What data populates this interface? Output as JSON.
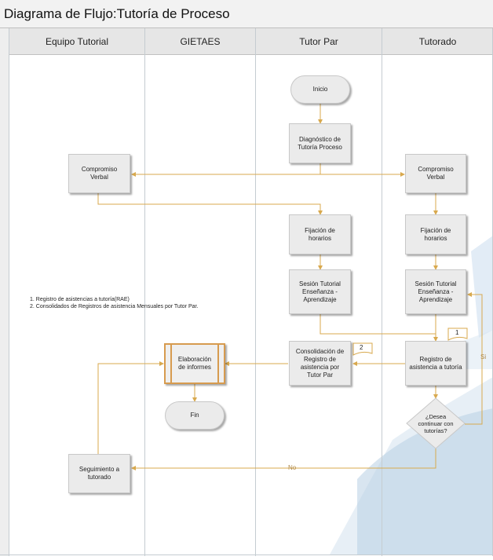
{
  "diagram": {
    "title": "Diagrama de Flujo:Tutoría de Proceso",
    "lanes": [
      "Equipo Tutorial",
      "GIETAES",
      "Tutor Par",
      "Tutorado"
    ],
    "nodes": {
      "inicio": "Inicio",
      "diagnostico": "Diagnóstico de\nTutoría Proceso",
      "compromiso_equipo": "Compromiso\nVerbal",
      "compromiso_tutorado": "Compromiso\nVerbal",
      "fijacion_tutor": "Fijación de\nhorarios",
      "fijacion_tutorado": "Fijación de\nhorarios",
      "sesion_tutor": "Sesión Tutorial\nEnseñanza -\nAprendizaje",
      "sesion_tutorado": "Sesión Tutorial\nEnseñanza -\nAprendizaje",
      "registro": "Registro de\nasistencia a tutoría",
      "consolidacion": "Consolidación de\nRegistro de\nasistencia por\nTutor Par",
      "elaboracion": "Elaboración\nde informes",
      "fin": "Fin",
      "decision": "¿Desea\ncontinuar con\ntutorías?",
      "seguimiento": "Seguimiento a\ntutorado"
    },
    "doc_labels": [
      "1",
      "2"
    ],
    "edge_labels": {
      "si": "Si",
      "no": "No"
    },
    "notes": "1. Registro de asistencias a tutoría(RAE)\n2. Consolidados de Registros de asistencia Mensuales por Tutor Par.",
    "colors": {
      "connector": "#d8a94e",
      "box_fill": "#ebebeb",
      "header_fill": "#e6e6e6",
      "map_fill": "#a9c6dd"
    }
  }
}
